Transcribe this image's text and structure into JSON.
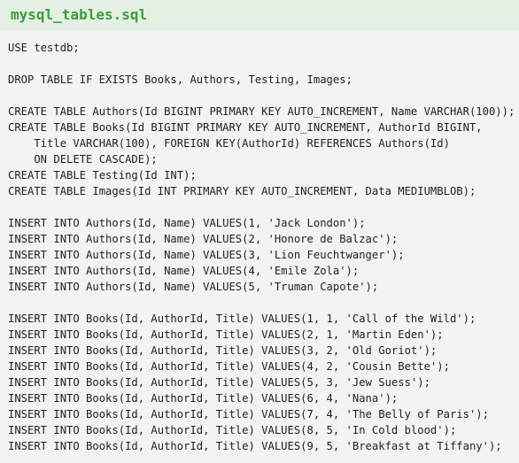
{
  "file": {
    "name": "mysql_tables.sql"
  },
  "code": {
    "lines": [
      "USE testdb;",
      "",
      "DROP TABLE IF EXISTS Books, Authors, Testing, Images;",
      "",
      "CREATE TABLE Authors(Id BIGINT PRIMARY KEY AUTO_INCREMENT, Name VARCHAR(100));",
      "CREATE TABLE Books(Id BIGINT PRIMARY KEY AUTO_INCREMENT, AuthorId BIGINT,",
      "    Title VARCHAR(100), FOREIGN KEY(AuthorId) REFERENCES Authors(Id)",
      "    ON DELETE CASCADE);",
      "CREATE TABLE Testing(Id INT);",
      "CREATE TABLE Images(Id INT PRIMARY KEY AUTO_INCREMENT, Data MEDIUMBLOB);",
      "",
      "INSERT INTO Authors(Id, Name) VALUES(1, 'Jack London');",
      "INSERT INTO Authors(Id, Name) VALUES(2, 'Honore de Balzac');",
      "INSERT INTO Authors(Id, Name) VALUES(3, 'Lion Feuchtwanger');",
      "INSERT INTO Authors(Id, Name) VALUES(4, 'Emile Zola');",
      "INSERT INTO Authors(Id, Name) VALUES(5, 'Truman Capote');",
      "",
      "INSERT INTO Books(Id, AuthorId, Title) VALUES(1, 1, 'Call of the Wild');",
      "INSERT INTO Books(Id, AuthorId, Title) VALUES(2, 1, 'Martin Eden');",
      "INSERT INTO Books(Id, AuthorId, Title) VALUES(3, 2, 'Old Goriot');",
      "INSERT INTO Books(Id, AuthorId, Title) VALUES(4, 2, 'Cousin Bette');",
      "INSERT INTO Books(Id, AuthorId, Title) VALUES(5, 3, 'Jew Suess');",
      "INSERT INTO Books(Id, AuthorId, Title) VALUES(6, 4, 'Nana');",
      "INSERT INTO Books(Id, AuthorId, Title) VALUES(7, 4, 'The Belly of Paris');",
      "INSERT INTO Books(Id, AuthorId, Title) VALUES(8, 5, 'In Cold blood');",
      "INSERT INTO Books(Id, AuthorId, Title) VALUES(9, 5, 'Breakfast at Tiffany');"
    ]
  }
}
